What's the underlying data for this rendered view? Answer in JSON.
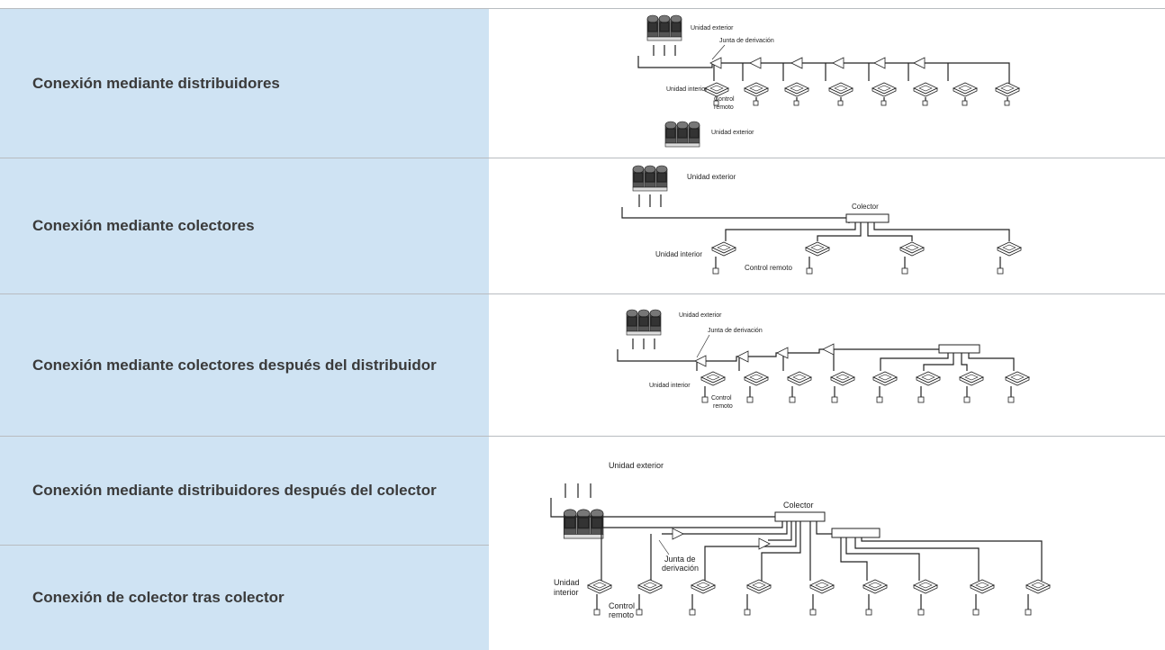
{
  "rows": [
    {
      "label": "Conexión mediante distribuidores"
    },
    {
      "label": "Conexión mediante colectores"
    },
    {
      "label": "Conexión mediante colectores después del distribuidor"
    },
    {
      "label": "Conexión mediante distribuidores después del colector"
    },
    {
      "label": "Conexión de colector tras colector"
    }
  ],
  "diagram_text": {
    "outdoor_unit": "Unidad exterior",
    "branch_joint": "Junta de derivación",
    "indoor_unit": "Unidad interior",
    "remote_control": "Control remoto",
    "control": "Control",
    "remoto": "remoto",
    "collector": "Colector",
    "junta_de": "Junta de",
    "derivacion": "derivación",
    "unidad": "Unidad",
    "interior": "interior"
  },
  "colors": {
    "label_bg": "#cfe3f3",
    "divider": "#b8bcc0",
    "label_text": "#3a3a3a"
  }
}
